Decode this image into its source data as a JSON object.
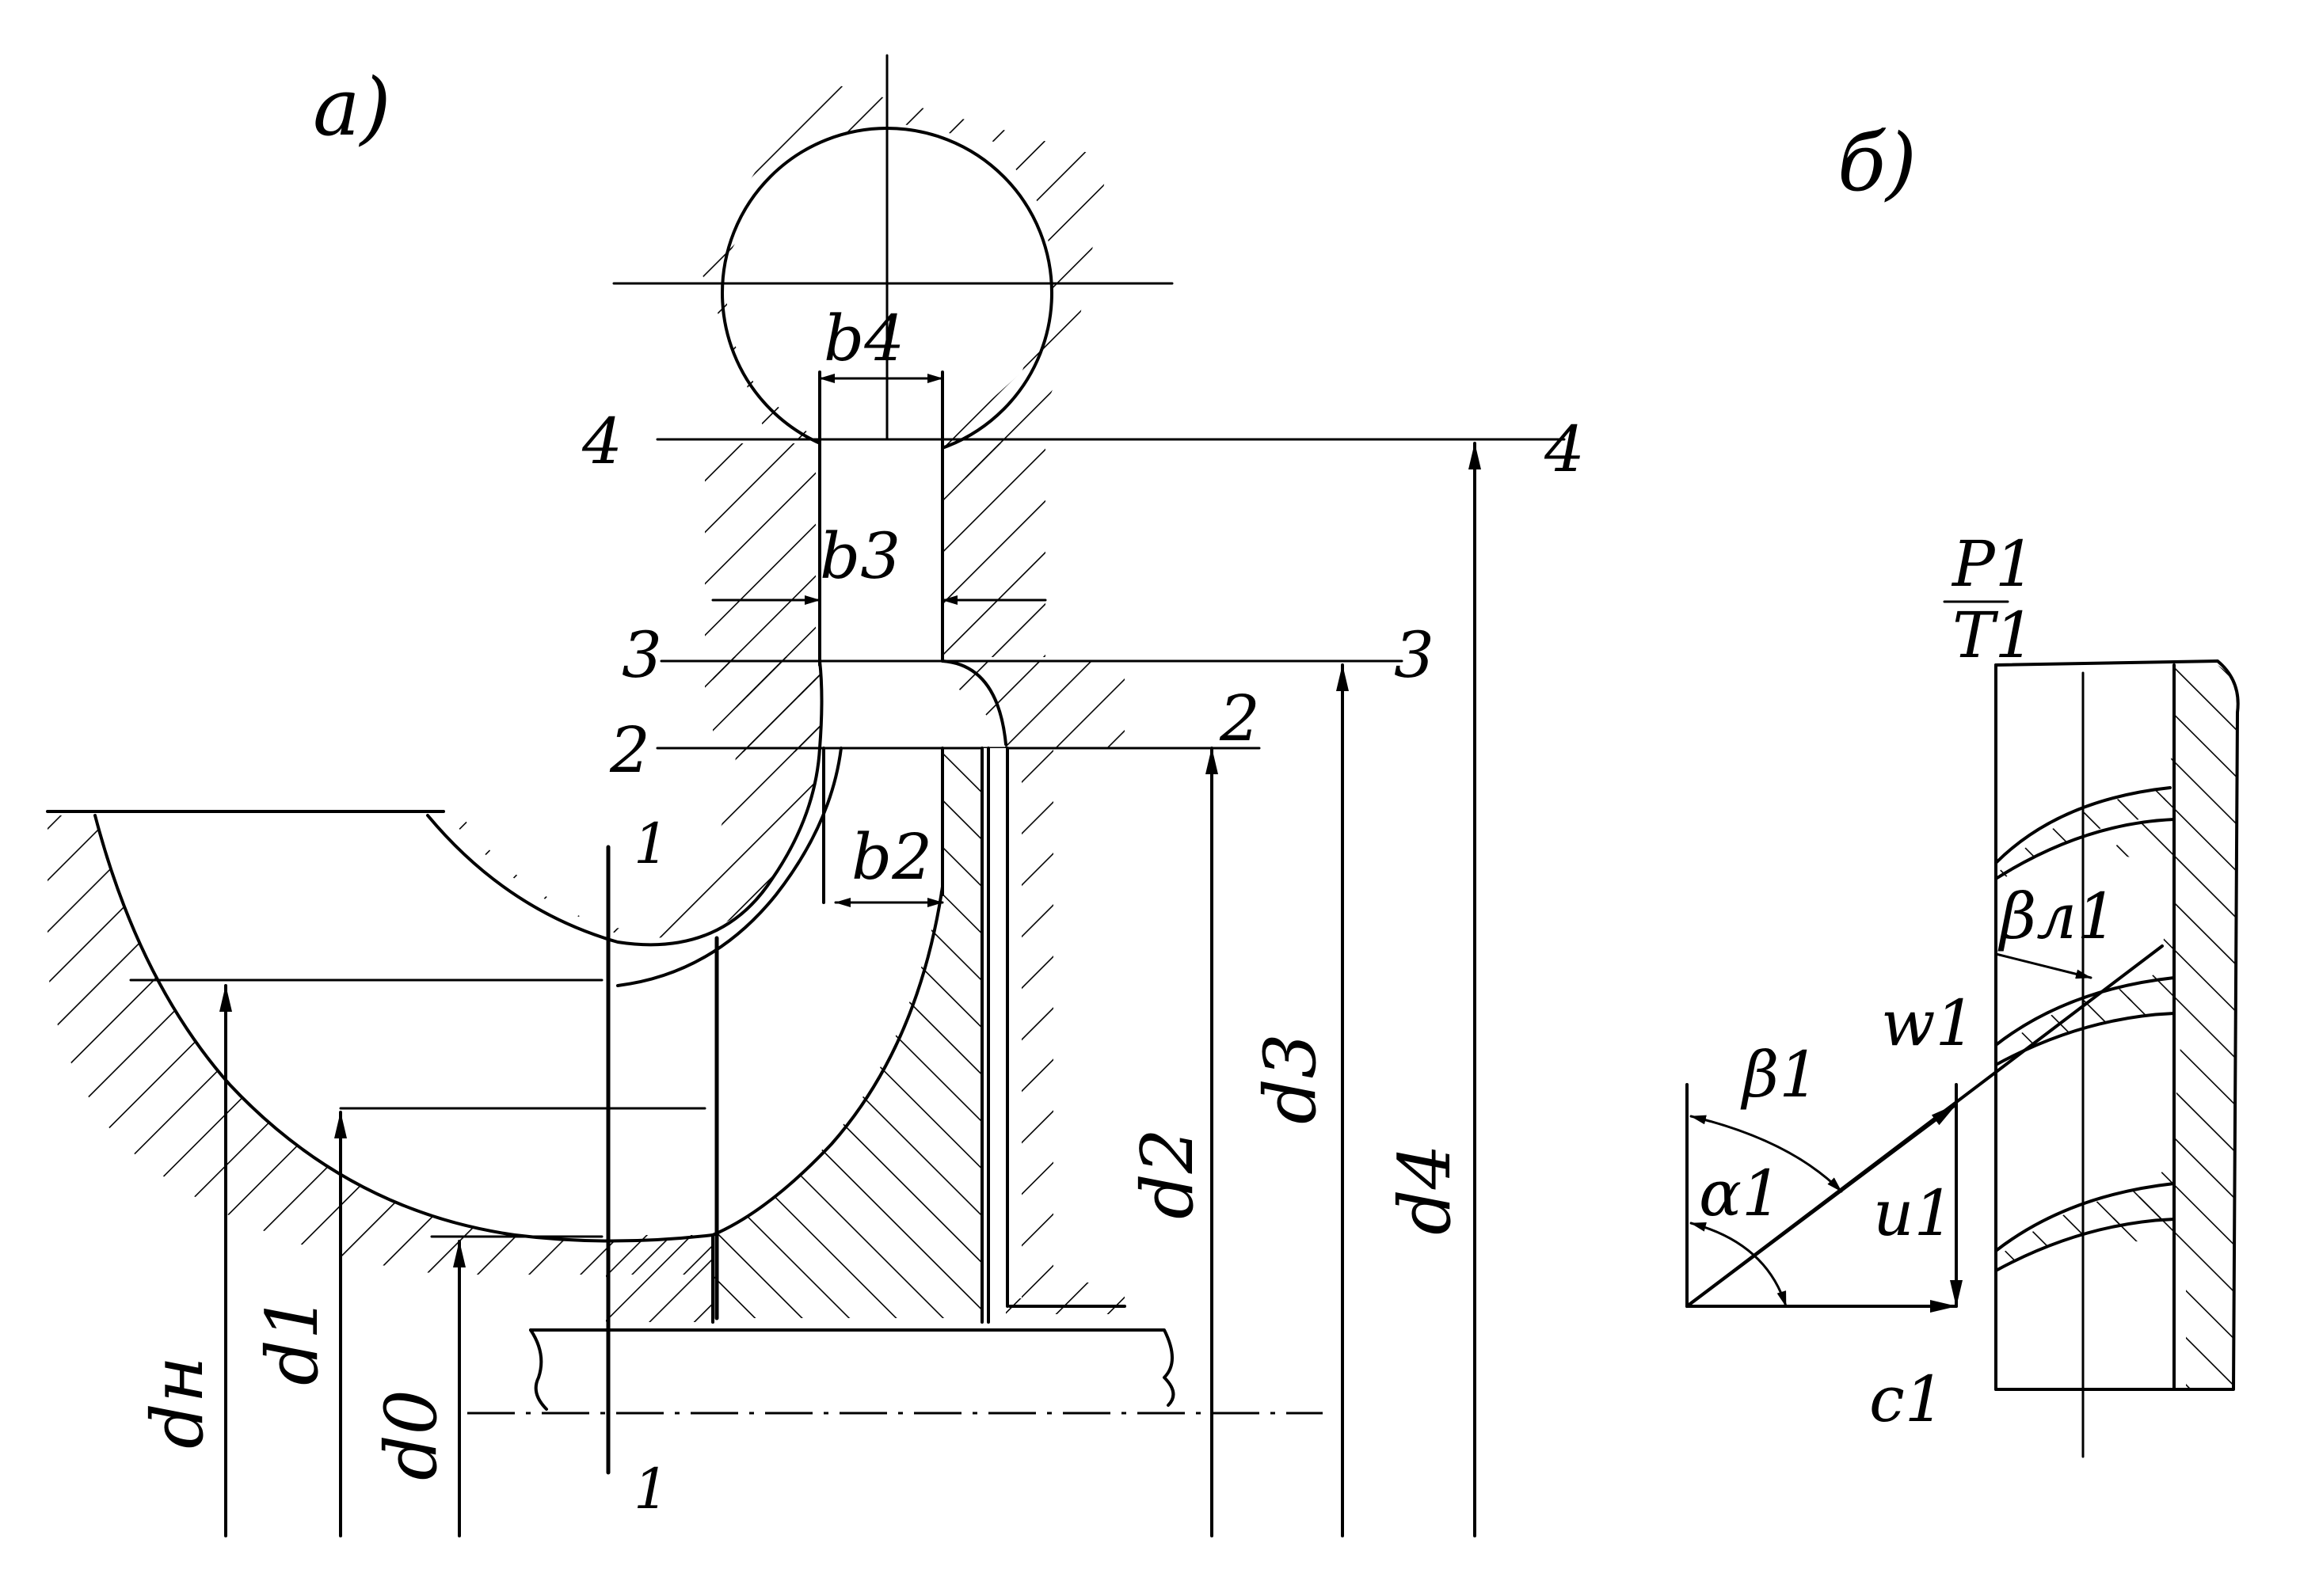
{
  "figure_a": {
    "panel_label": "a)",
    "sections": {
      "s4_left": "4",
      "s4_right": "4",
      "s3_left": "3",
      "s3_right": "3",
      "s2_left": "2",
      "s2_right": "2",
      "s1_top": "1",
      "s1_bottom": "1"
    },
    "widths": {
      "b4": "b4",
      "b3": "b3",
      "b2": "b2"
    },
    "diameters": {
      "dn": "dн",
      "d1": "d1",
      "d0": "d0",
      "d2": "d2",
      "d3": "d3",
      "d4": "d4"
    }
  },
  "figure_b": {
    "panel_label": "б)",
    "p1": "P1",
    "t1": "T1",
    "beta_l1": "βл1",
    "beta1": "β1",
    "alpha1": "α1",
    "w1": "w1",
    "u1": "u1",
    "c1": "c1"
  }
}
